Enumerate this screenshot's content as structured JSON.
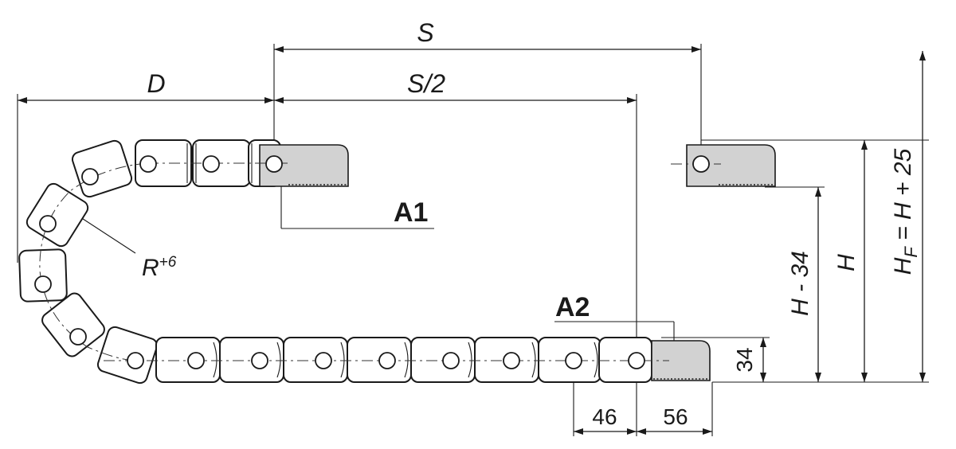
{
  "diagram": {
    "labels": {
      "stroke": "S",
      "half_stroke": "S/2",
      "d": "D",
      "radius": "R",
      "radius_tolerance": "+6",
      "a1": "A1",
      "a2": "A2",
      "h_minus": "H - 34",
      "h": "H",
      "hf_h": "H",
      "hf_sub": "F",
      "hf_rest": " = H + 25",
      "dim_34": "34",
      "dim_46": "46",
      "dim_56": "56"
    },
    "colors": {
      "line": "#1a1a1a",
      "bracket_fill": "#d2d2d2",
      "background": "#ffffff"
    }
  }
}
